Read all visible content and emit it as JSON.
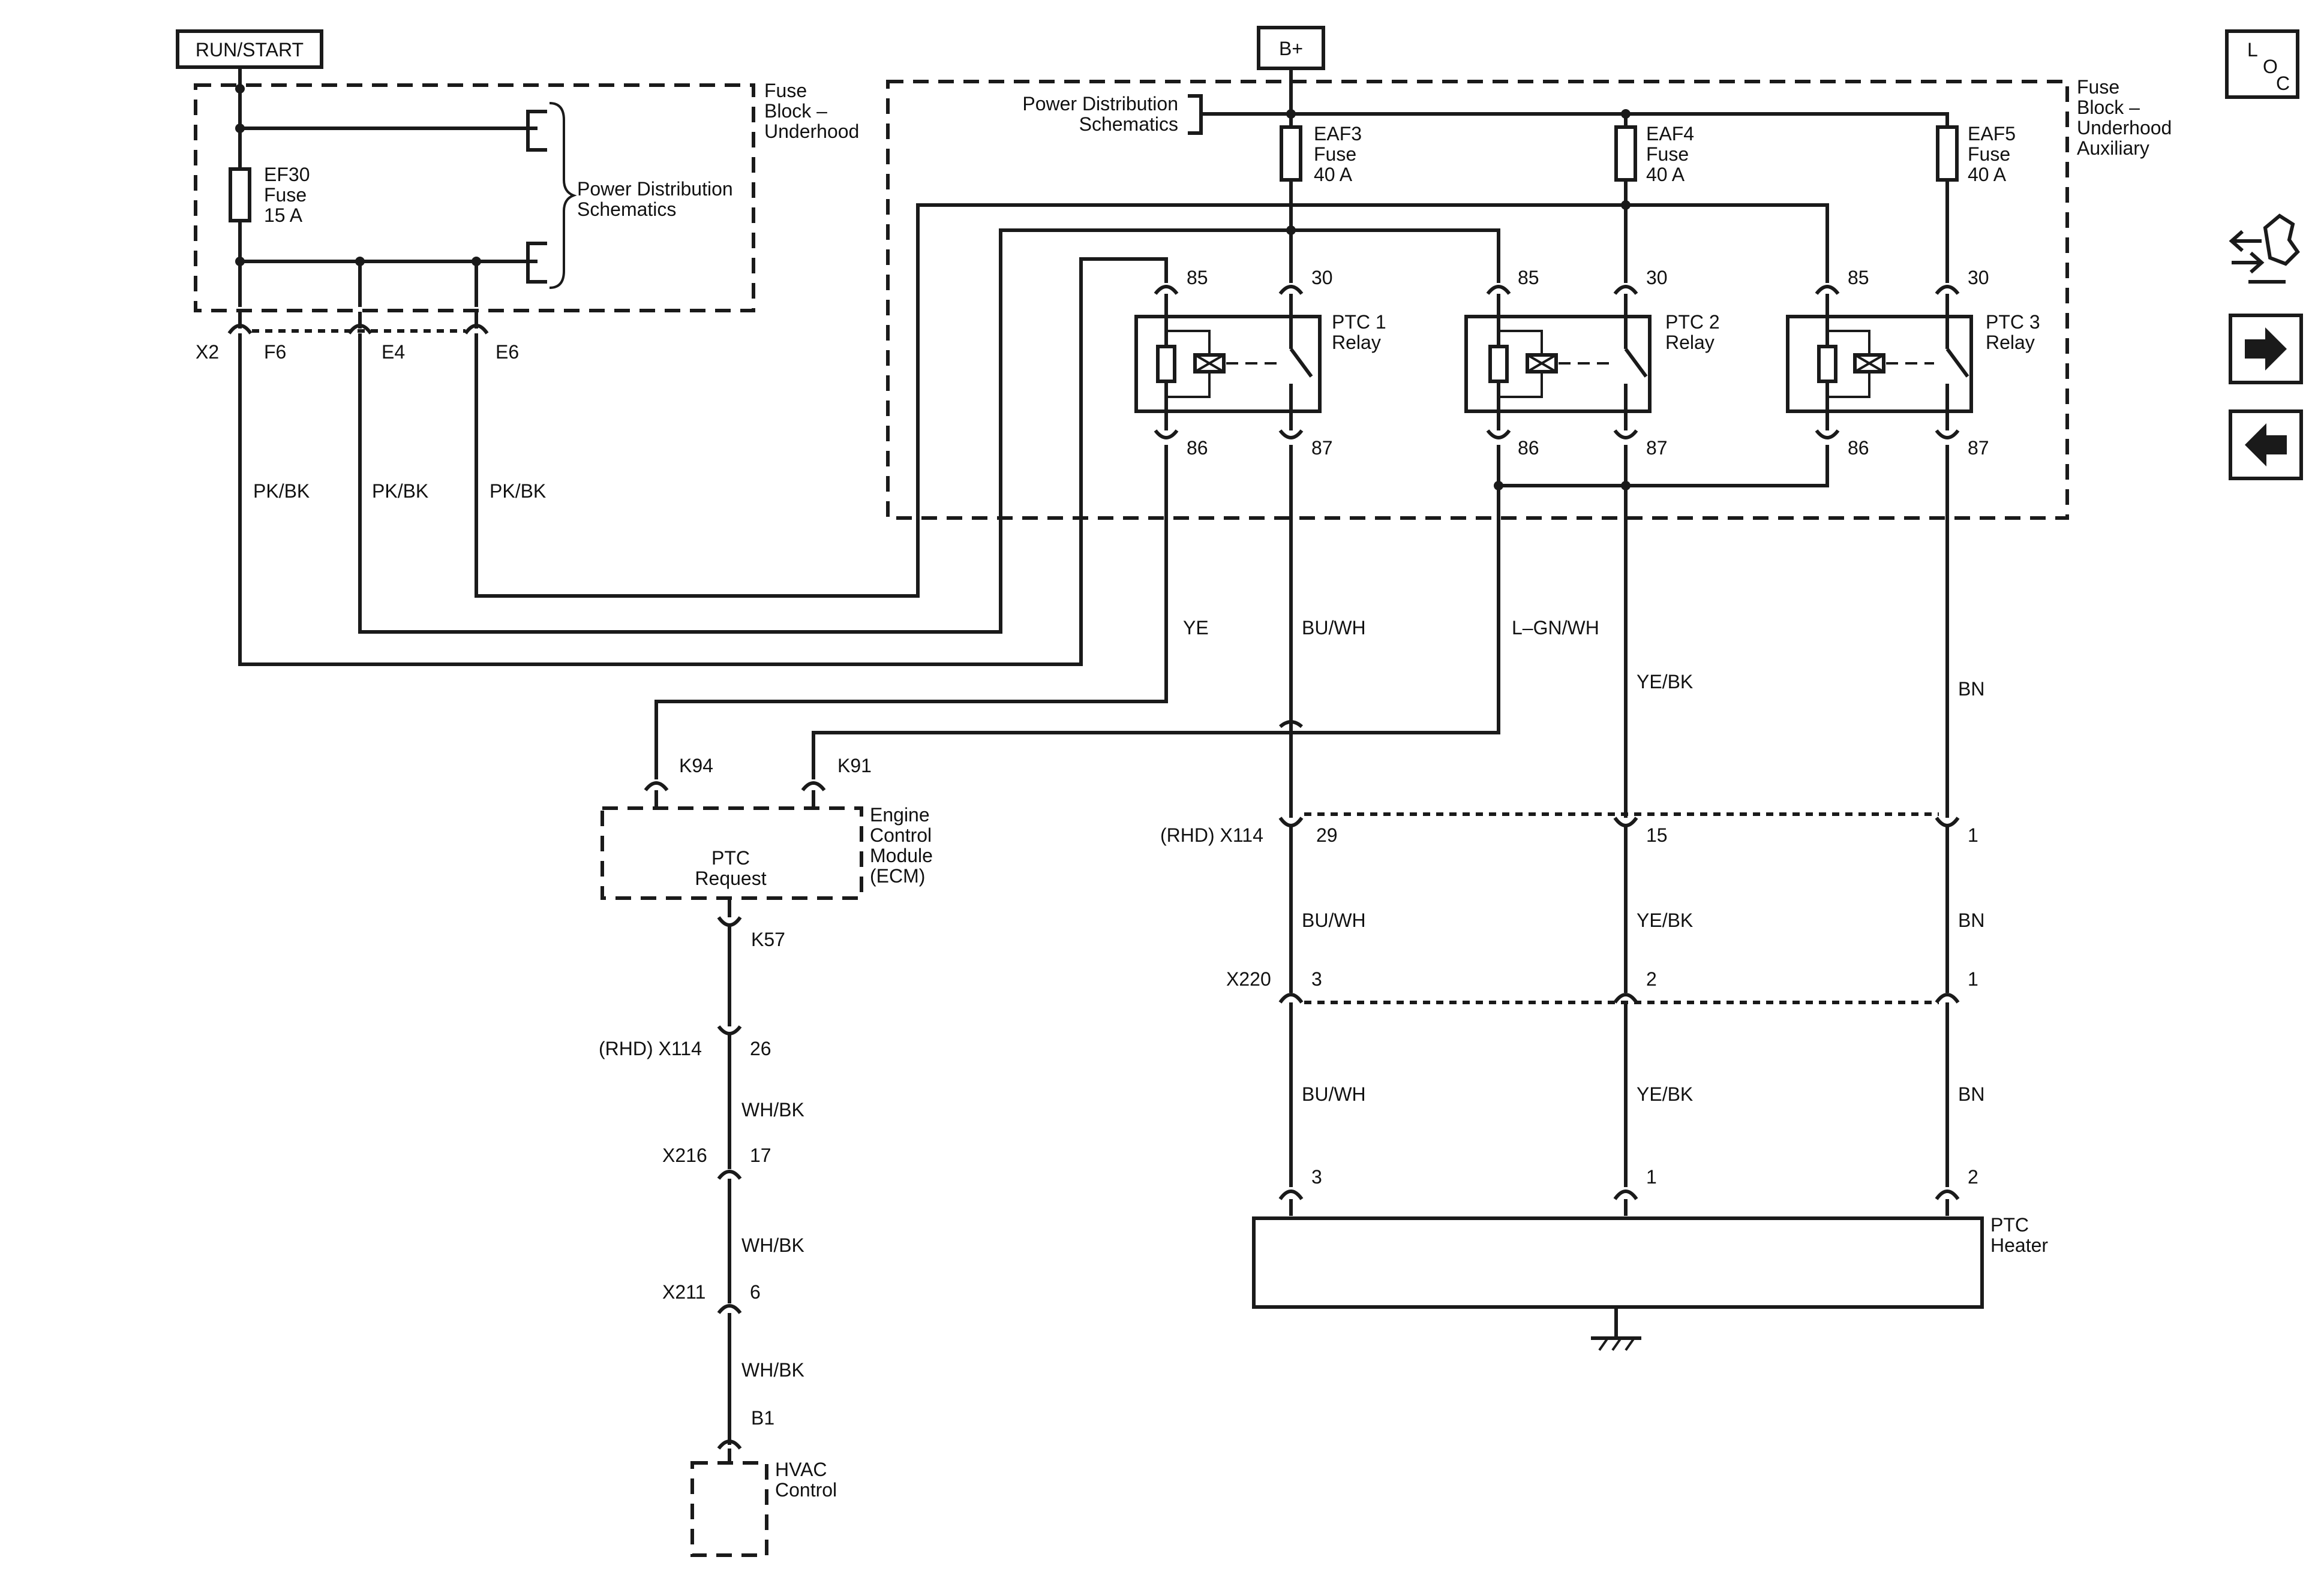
{
  "sources": {
    "run_start": "RUN/START",
    "b_plus": "B+"
  },
  "fuse_block_underhood": {
    "label_lines": [
      "Fuse",
      "Block –",
      "Underhood"
    ],
    "fuse_lines": [
      "EF30",
      "Fuse",
      "15 A"
    ],
    "power_dist_lines": [
      "Power Distribution",
      "Schematics"
    ]
  },
  "fuse_block_aux": {
    "label_lines": [
      "Fuse",
      "Block –",
      "Underhood",
      "Auxiliary"
    ],
    "power_dist_lines": [
      "Power Distribution",
      "Schematics"
    ],
    "fuses": [
      [
        "EAF3",
        "Fuse",
        "40 A"
      ],
      [
        "EAF4",
        "Fuse",
        "40 A"
      ],
      [
        "EAF5",
        "Fuse",
        "40 A"
      ]
    ],
    "relays": [
      {
        "label": [
          "PTC 1",
          "Relay"
        ],
        "pins": [
          "85",
          "30",
          "86",
          "87"
        ]
      },
      {
        "label": [
          "PTC 2",
          "Relay"
        ],
        "pins": [
          "85",
          "30",
          "86",
          "87"
        ]
      },
      {
        "label": [
          "PTC 3",
          "Relay"
        ],
        "pins": [
          "85",
          "30",
          "86",
          "87"
        ]
      }
    ]
  },
  "x2_connector": {
    "name": "X2",
    "pins": [
      "F6",
      "E4",
      "E6"
    ]
  },
  "wire_colors": {
    "pk_bk": "PK/BK",
    "ye": "YE",
    "bu_wh": "BU/WH",
    "l_gn_wh": "L–GN/WH",
    "ye_bk": "YE/BK",
    "bn": "BN",
    "wh_bk": "WH/BK"
  },
  "ecm": {
    "label_lines": [
      "Engine",
      "Control",
      "Module",
      "(ECM)"
    ],
    "function_lines": [
      "PTC",
      "Request"
    ],
    "pins": {
      "k94": "K94",
      "k91": "K91",
      "k57": "K57"
    }
  },
  "connectors": {
    "x114_rhd": "(RHD) X114",
    "x114_pins_heater": [
      "29",
      "15",
      "1"
    ],
    "x220": "X220",
    "x220_pins": [
      "3",
      "2",
      "1"
    ],
    "x114_pin_ecm": "26",
    "x216": "X216",
    "x216_pin": "17",
    "x211": "X211",
    "x211_pin": "6",
    "b1": "B1"
  },
  "hvac": {
    "label_lines": [
      "HVAC",
      "Control"
    ]
  },
  "ptc_heater": {
    "label_lines": [
      "PTC",
      "Heater"
    ],
    "pins": [
      "3",
      "1",
      "2"
    ]
  },
  "nav_icons": {
    "loc": [
      "L",
      "O",
      "C"
    ],
    "items": [
      "loc-icon",
      "connector-tools-icon",
      "next-arrow-icon",
      "back-arrow-icon"
    ]
  }
}
